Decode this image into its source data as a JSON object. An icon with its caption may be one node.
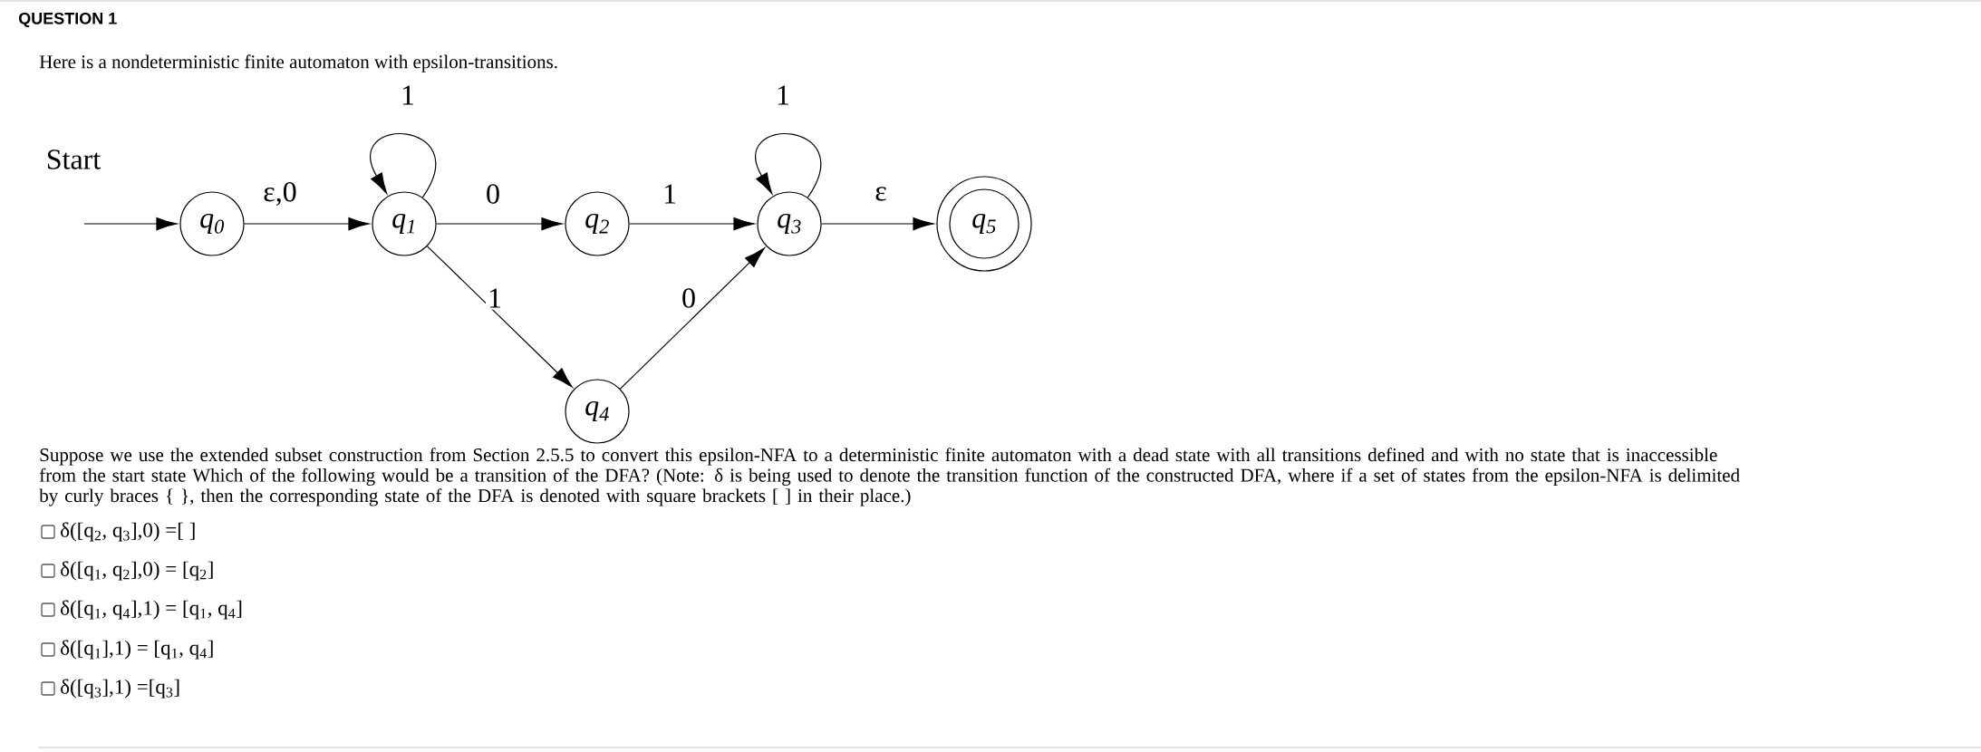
{
  "diagram": {
    "title": "QUESTION 1",
    "nodes": [
      {
        "text": [
          "q$_{0}$"
        ]
      },
      {
        "text": [
          "q$_{1}$"
        ]
      },
      {
        "text": [
          "q$_{2}$"
        ]
      },
      {
        "text": [
          "q$_{3}$"
        ]
      },
      {
        "text": [
          "q$_{4}$"
        ]
      },
      {
        "text": [
          "q$_{5}$"
        ]
      }
    ],
    "edges": [
      {
        "from": null,
        "to": 0,
        "arrow": "to"
      },
      {
        "from": 0,
        "to": 1,
        "arrow": "to",
        "label": "ε,0"
      },
      {
        "from": 1,
        "to": 1,
        "arrow": "to",
        "label": "1"
      },
      {
        "from": 1,
        "to": 2,
        "arrow": "to",
        "label": "0"
      },
      {
        "from": 2,
        "to": 3,
        "arrow": "to",
        "label": "1"
      },
      {
        "from": 3,
        "to": 3,
        "arrow": "to",
        "label": "1"
      },
      {
        "from": 3,
        "to": 5,
        "arrow": "to",
        "label": "ε"
      },
      {
        "from": 1,
        "to": 4,
        "arrow": "to",
        "label": "1"
      },
      {
        "from": 4,
        "to": 3,
        "arrow": "to",
        "label": "0"
      }
    ],
    "labels": [
      "Here is a nondeterministic finite automaton with epsilon-transitions.",
      "Start",
      "Suppose we use the extended subset construction from Section 2.5.5 to convert this epsilon-NFA to a deterministic finite automaton with a dead state with all transitions defined and with no state that is inaccessible from the start state Which of the following would be a transition of the DFA? (Note: δ is being used to denote the transition function of the constructed DFA, where if a set of states from the epsilon-NFA is delimited by curly braces { }, then the corresponding state of the DFA is denoted with square brackets [ ] in their place.)",
      "δ([q$_{2}$, q$_{3}$],0) =[ ]",
      "δ([q$_{1}$, q$_{2}$],0) = [q$_{2}$]",
      "δ([q$_{1}$, q$_{4}$],1) = [q$_{1}$, q$_{4}$]",
      "δ([q$_{1}$],1) = [q$_{1}$, q$_{4}$]",
      "δ([q$_{3}$],1) =[q$_{3}$]"
    ]
  }
}
